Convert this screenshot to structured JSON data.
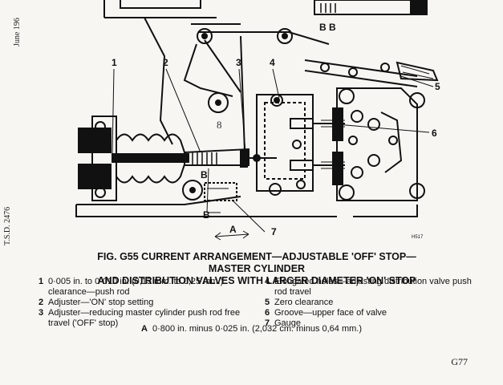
{
  "margin": {
    "date": "June 196",
    "ref": "T.S.D. 2476"
  },
  "diagram": {
    "section_label": "B B",
    "callouts": [
      "1",
      "2",
      "3",
      "4",
      "5",
      "6",
      "7"
    ],
    "section_marks": [
      "B",
      "B"
    ],
    "dim_label": "A",
    "sketch_mark": "8",
    "code": "H517"
  },
  "caption": {
    "line1": "FIG. G55 CURRENT ARRANGEMENT—ADJUSTABLE 'OFF' STOP—MASTER CYLINDER",
    "line2": "AND DISTRIBUTION VALVES WITH LARGER DIAMETER 'ON' STOP"
  },
  "legend_left": [
    {
      "num": "1",
      "text": "0·005 in. to 0·010 in. (0,13 mm. to 0,25 mm.) clearance—push rod"
    },
    {
      "num": "2",
      "text": "Adjuster—'ON' stop setting"
    },
    {
      "num": "3",
      "text": "Adjuster—reducing master cylinder push rod free travel ('OFF' stop)"
    }
  ],
  "legend_right": [
    {
      "num": "4",
      "text": "Elongated holes—adjusting distribution valve push rod travel"
    },
    {
      "num": "5",
      "text": "Zero clearance"
    },
    {
      "num": "6",
      "text": "Groove—upper face of valve"
    },
    {
      "num": "7",
      "text": "Gauge"
    }
  ],
  "footnote": {
    "label": "A",
    "text": "0·800 in. minus 0·025 in. (2,032 cm. minus 0,64 mm.)"
  },
  "page_number": "G77"
}
